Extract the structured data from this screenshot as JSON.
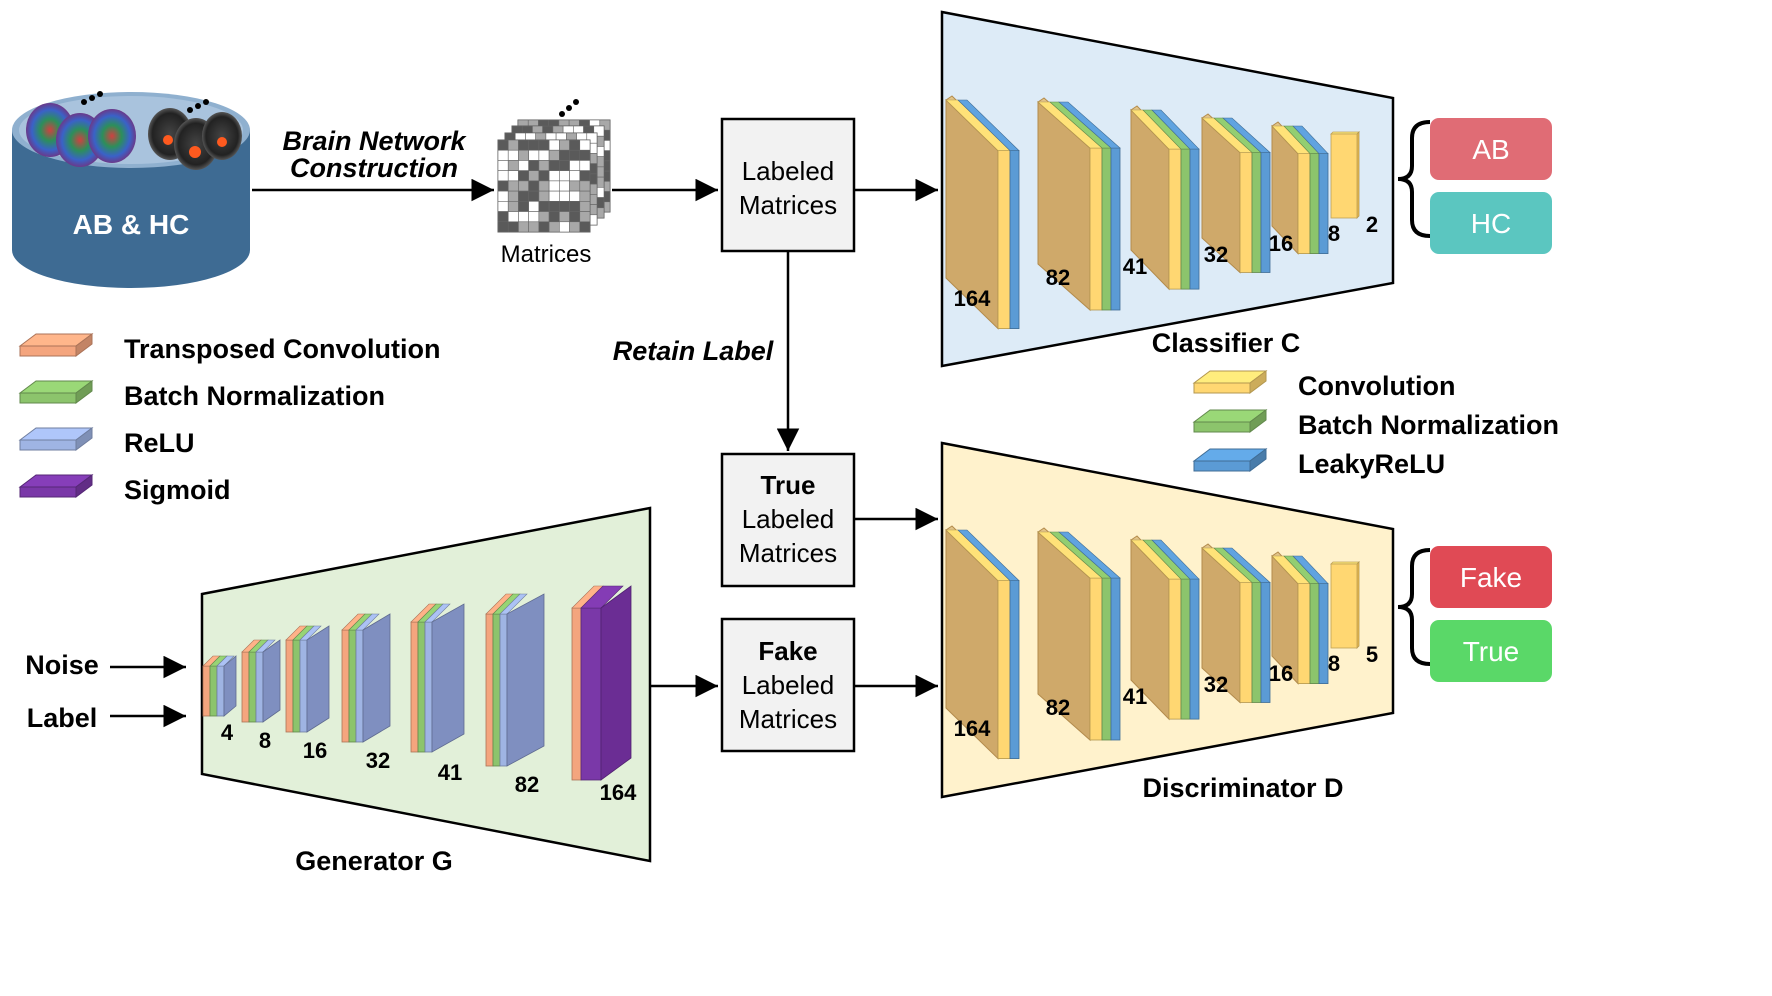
{
  "database": {
    "label": "AB & HC"
  },
  "edges": {
    "construction": [
      "Brain Network",
      "Construction"
    ],
    "retain": "Retain Label"
  },
  "matrices": {
    "label": "Matrices"
  },
  "boxes": {
    "labeled": [
      "Labeled",
      "Matrices"
    ],
    "true_box": [
      "True",
      "Labeled",
      "Matrices"
    ],
    "fake_box": [
      "Fake",
      "Labeled",
      "Matrices"
    ]
  },
  "inputs": {
    "noise": "Noise",
    "label": "Label"
  },
  "legend_left": [
    {
      "label": "Transposed Convolution",
      "color": "#f4a57e"
    },
    {
      "label": "Batch Normalization",
      "color": "#8cc46c"
    },
    {
      "label": "ReLU",
      "color": "#9fb4e3"
    },
    {
      "label": "Sigmoid",
      "color": "#7a38a8"
    }
  ],
  "legend_right": [
    {
      "label": "Convolution",
      "color": "#ffd772"
    },
    {
      "label": "Batch Normalization",
      "color": "#8cc46c"
    },
    {
      "label": "LeakyReLU",
      "color": "#5b9bd5"
    }
  ],
  "generator": {
    "title": "Generator G",
    "sizes": [
      "4",
      "8",
      "16",
      "32",
      "41",
      "82",
      "164"
    ],
    "bg": "#e2f0d9"
  },
  "classifier": {
    "title": "Classifier C",
    "sizes": [
      "164",
      "82",
      "41",
      "32",
      "16",
      "8",
      "2"
    ],
    "bg": "#ddebf7",
    "outputs": [
      {
        "label": "AB",
        "color": "#e06c75"
      },
      {
        "label": "HC",
        "color": "#5bc6c0"
      }
    ]
  },
  "discriminator": {
    "title": "Discriminator D",
    "sizes": [
      "164",
      "82",
      "41",
      "32",
      "16",
      "8",
      "5"
    ],
    "bg": "#fff2cc",
    "outputs": [
      {
        "label": "Fake",
        "color": "#e04a55"
      },
      {
        "label": "True",
        "color": "#5ad868"
      }
    ]
  }
}
